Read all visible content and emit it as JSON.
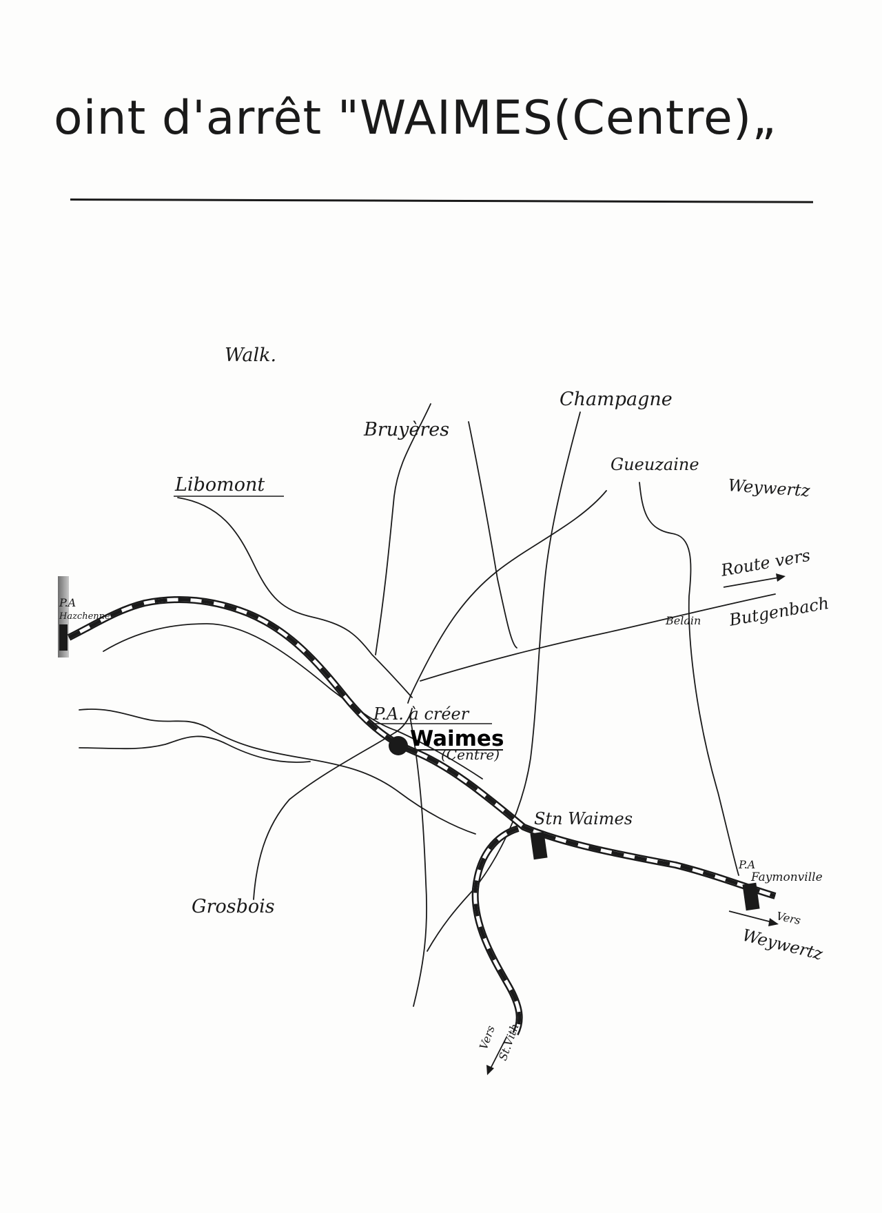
{
  "title": "oint d'arrêt \"WAIMES(Centre)„",
  "places": {
    "walk": "Walk.",
    "bruyeres": "Bruyères",
    "champagne": "Champagne",
    "libomont": "Libomont",
    "gueuzaine": "Gueuzaine",
    "weywertz_top": "Weywertz",
    "route_vers": "Route vers",
    "butgenbach": "Butgenbach",
    "belain": "Belain",
    "pa_hazchenne_line1": "P.A",
    "pa_hazchenne_line2": "Hazchenne",
    "pa_a_creer": "P.A. à créer",
    "waimes": "Waimes",
    "centre": "(Centre)",
    "stn_waimes": "Stn Waimes",
    "pa_faymonville_line1": "P.A",
    "pa_faymonville_line2": "Faymonville",
    "vers_weywertz_line1": "Vers",
    "vers_weywertz_line2": "Weywertz",
    "grosbois": "Grosbois",
    "vers_stvith_line1": "Vers",
    "vers_stvith_line2": "St.Vith."
  },
  "colors": {
    "ink": "#1a1a1a",
    "paper": "#fdfdfc"
  },
  "symbols": {
    "proposed_stop": "filled-circle",
    "station": "filled-rectangle",
    "railway": "dashed-double-line"
  }
}
